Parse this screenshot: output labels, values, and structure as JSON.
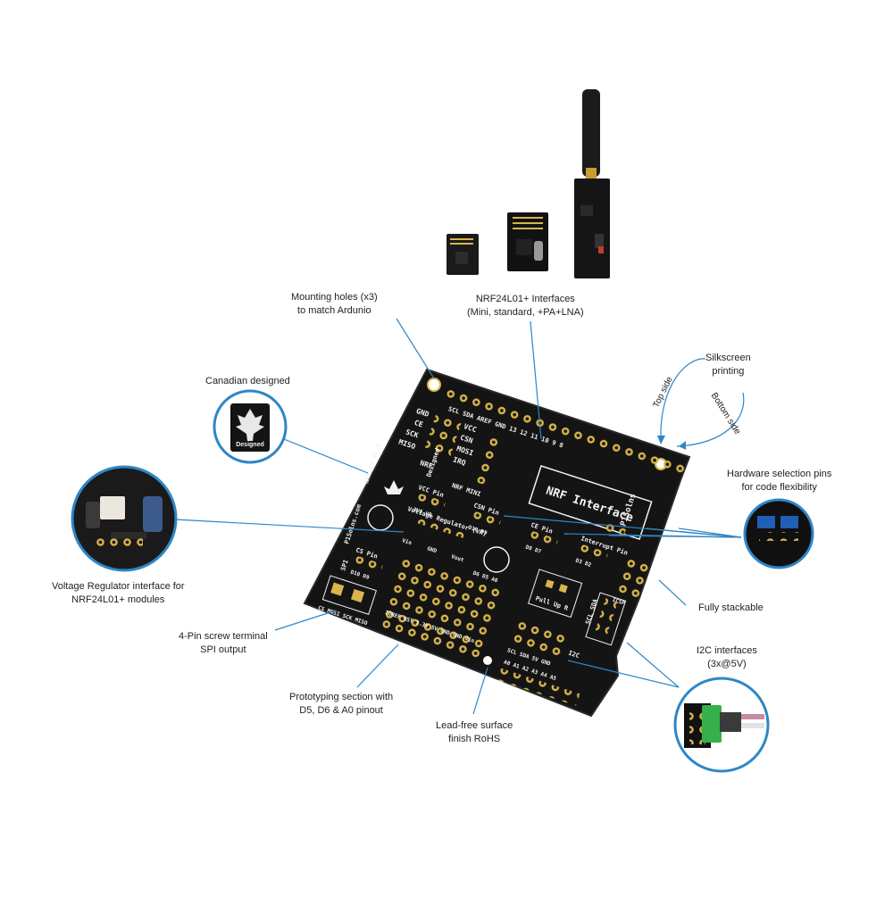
{
  "callouts": {
    "mounting_holes": [
      "Mounting holes (x3)",
      "to match Ardunio"
    ],
    "nrf_interfaces": [
      "NRF24L01+ Interfaces",
      "(Mini, standard, +PA+LNA)"
    ],
    "canadian_designed": [
      "Canadian designed"
    ],
    "silkscreen": [
      "Silkscreen",
      "printing"
    ],
    "top_side": "Top side",
    "bottom_side": "Bottom side",
    "hardware_selection": [
      "Hardware selection pins",
      "for code flexibility"
    ],
    "voltage_regulator": [
      "Voltage Regulator interface for",
      "NRF24L01+ modules"
    ],
    "fully_stackable": [
      "Fully stackable"
    ],
    "screw_terminal": [
      "4-Pin screw terminal",
      "SPI output"
    ],
    "i2c_interfaces": [
      "I2C interfaces",
      "(3x@5V)"
    ],
    "prototyping": [
      "Prototyping section with",
      "D5, D6 & A0 pinout"
    ],
    "lead_free": [
      "Lead-free surface",
      "finish RoHS"
    ]
  },
  "badge": {
    "text": "Designed"
  },
  "board": {
    "title": "NRF Interface",
    "subtitle": "NRF MINI",
    "version": "NRF-CS V2.0",
    "website": "P1Solns.com",
    "brand": "P1Solns",
    "labels": {
      "gnd": "GND",
      "ce": "CE",
      "sck": "SCK",
      "miso": "MISO",
      "nrf": "NRF",
      "vcc": "VCC",
      "csn": "CSN",
      "mosi": "MOSI",
      "irq": "IRQ",
      "vcc_pin": "VCC Pin",
      "vcc_opts": "3V3 VR",
      "csn_pin": "CSN Pin",
      "csn_opts": "D10 D9",
      "ce_pin": "CE Pin",
      "ce_opts": "D8 D7",
      "int_pin": "Interrupt Pin",
      "int_opts": "D3 D2",
      "voltage_reg": "Voltage Regulator (VR)",
      "vin": "Vin",
      "gnd2": "GND",
      "vout": "Vout",
      "cs_pin": "CS Pin",
      "cs_opts": "D10 D9",
      "spi": "SPI",
      "screw": "CS MOSI SCK MISO",
      "pullup": "Pull Up R",
      "scl_sda": "SCL SDA",
      "i2c_row": "SCL SDA 5V GND",
      "i2c": "I2C",
      "icsp": "ICSP",
      "d5_d6": "D6 D5 A0",
      "top_header": "SCL SDA AREF GND 13 12 11 10 9 8",
      "power_row": "IOREF RST 3.3V 5V GND GND Vin",
      "analog_row": "A0 A1 A2 A3 A4 A5"
    }
  },
  "colors": {
    "accent": "#2f86c6",
    "pcb": "#141414",
    "silk": "#f2f2f2",
    "gold": "#d9b54a"
  }
}
